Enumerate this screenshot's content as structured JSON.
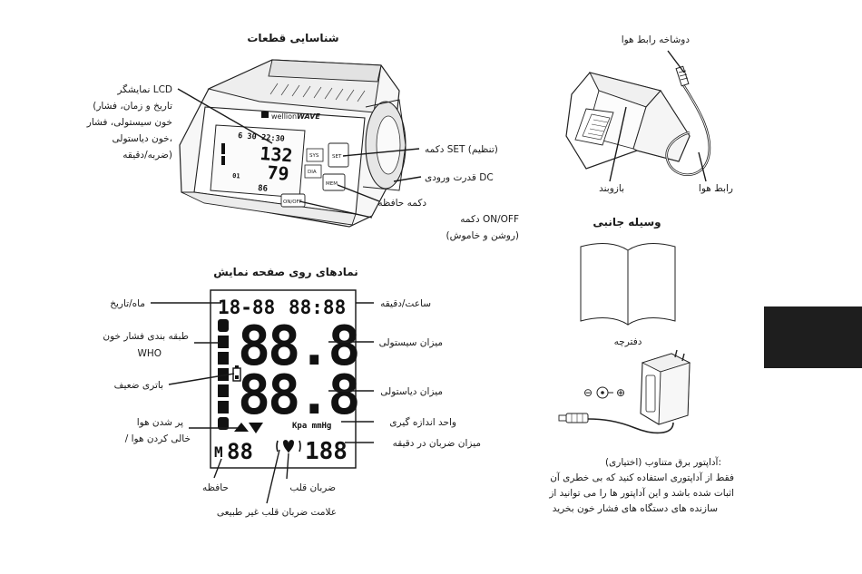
{
  "colors": {
    "ink": "#1a1a1a",
    "tab": "#1e1e1e",
    "background": "#ffffff"
  },
  "parts_section": {
    "title": "شناسایی قطعات",
    "labels": {
      "lcd_line1": "نمایشگر LCD",
      "lcd_line2": "(تاریخ و زمان، فشار",
      "lcd_line3": "خون سیستولی، فشار",
      "lcd_line4": "خون دیاستولی،",
      "lcd_line5": "ضربه/دقیقه)",
      "set_button": "دکمه SET (تنظیم)",
      "dc_input": "قدرت ورودی DC",
      "memory_button": "دکمه حافظه",
      "onoff_line1": "دکمه ON/OFF",
      "onoff_line2": "(روشن و خاموش)"
    },
    "device_screen": {
      "brand": "wellion",
      "model": "WAVE",
      "date": "6 30",
      "time": "22:30",
      "sys": "132",
      "dia": "79",
      "pulse": "86",
      "mem": "01",
      "buttons": {
        "set": "SET",
        "mem": "MEM",
        "onoff": "ON/OFF",
        "sys": "SYS",
        "dia": "DIA"
      }
    }
  },
  "cuff_section": {
    "labels": {
      "air_plug": "دوشاخه رابط هوا",
      "armband": "بازوبند",
      "air_tube": "رابط هوا"
    }
  },
  "symbols_section": {
    "title": "نمادهای روی صفحه نمایش",
    "labels": {
      "month_date": "ماه/تاریخ",
      "hour_minute": "ساعت/دقیقه",
      "who_line1": "طبقه بندی فشار خون",
      "who_line2": "WHO",
      "systolic": "میزان سیستولی",
      "low_battery": "باتری ضعیف",
      "diastolic": "میزان دیاستولی",
      "inflate_line1": "پر شدن هوا",
      "inflate_line2": "/ خالی کردن هوا",
      "unit": "واحد اندازه گیری",
      "pulse_rate": "میزان ضربان در دقیقه",
      "memory": "حافظه",
      "heartbeat": "ضربان قلب",
      "irregular": "علامت ضربان قلب غیر طبیعی"
    },
    "lcd": {
      "date": "18-88",
      "time": "88:88",
      "sys": "88.8",
      "dia": "88.8",
      "unit": "Kpa mmHg",
      "mem_letter": "M",
      "mem_digits": "88",
      "pulse": "188"
    }
  },
  "accessories_section": {
    "title": "وسیله جانبی",
    "booklet_label": "دفترچه",
    "polarity_minus": "⊖",
    "polarity_plus": "⊕",
    "adapter_text": {
      "line1": "آداپتور برق متناوب (اختیاری):",
      "line2": "فقط از آداپتوری استفاده کنید که بی خطری آن",
      "line3": "اثبات شده باشد و این آداپتور ها را می توانید از",
      "line4": "سازنده های دستگاه های فشار خون بخرید"
    }
  }
}
